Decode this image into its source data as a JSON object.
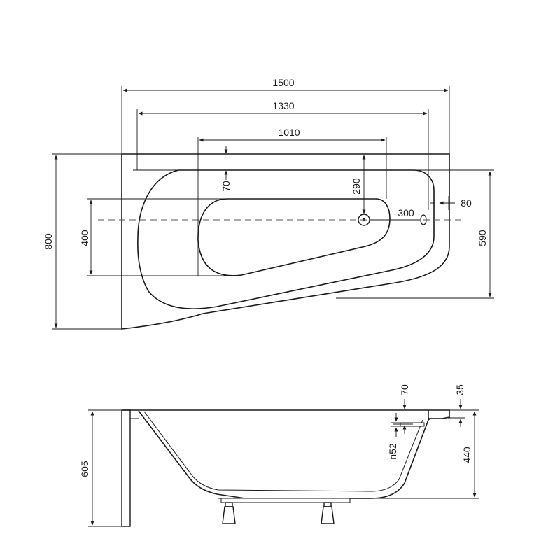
{
  "top_view": {
    "width_overall": "1500",
    "width_inner": "1330",
    "width_bottom": "1010",
    "height_overall": "800",
    "height_inner": "590",
    "bottom_depth": "400",
    "rim_offset": "70",
    "drain_offset": "290",
    "overflow_distance": "300",
    "overflow_offset": "80"
  },
  "side_view": {
    "height_total": "605",
    "depth_inner": "440",
    "rim_thickness": "35",
    "overflow_offset": "70",
    "drain_diameter": "n52"
  }
}
